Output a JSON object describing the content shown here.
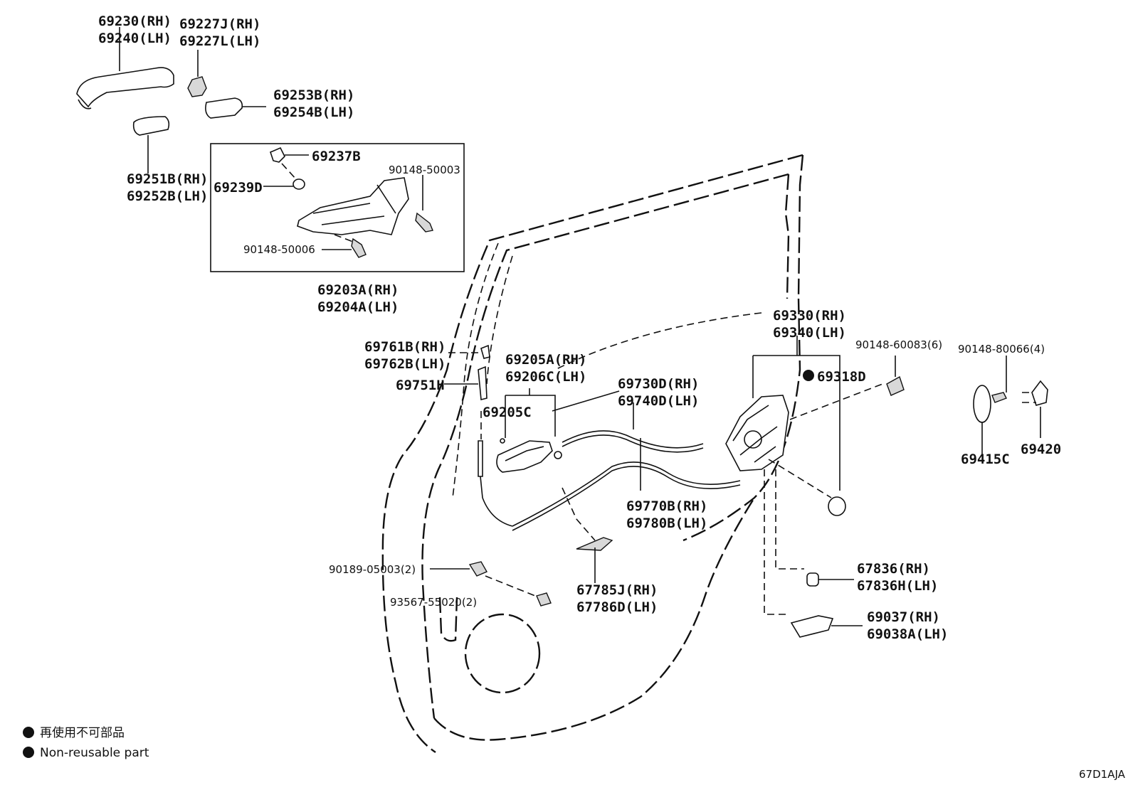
{
  "diagram_code": "67D1AJA",
  "labels": {
    "p69230": "69230(RH)",
    "p69240": "69240(LH)",
    "p69227J": "69227J(RH)",
    "p69227L": "69227L(LH)",
    "p69253B": "69253B(RH)",
    "p69254B": "69254B(LH)",
    "p69251B": "69251B(RH)",
    "p69252B": "69252B(LH)",
    "p69237B": "69237B",
    "p69239D": "69239D",
    "p90148_50003": "90148-50003",
    "p90148_50006": "90148-50006",
    "p69203A": "69203A(RH)",
    "p69204A": "69204A(LH)",
    "p69761B": "69761B(RH)",
    "p69762B": "69762B(LH)",
    "p69751H": "69751H",
    "p69205A": "69205A(RH)",
    "p69206C": "69206C(LH)",
    "p69205C": "69205C",
    "p69730D": "69730D(RH)",
    "p69740D": "69740D(LH)",
    "p69330": "69330(RH)",
    "p69340": "69340(LH)",
    "p69318D": "69318D",
    "p90148_60083": "90148-60083(6)",
    "p90148_80066": "90148-80066(4)",
    "p69415C": "69415C",
    "p69420": "69420",
    "p69770B": "69770B(RH)",
    "p69780B": "69780B(LH)",
    "p90189_05003": "90189-05003(2)",
    "p93567_55020": "93567-55020(2)",
    "p67785J": "67785J(RH)",
    "p67786D": "67786D(LH)",
    "p67836": "67836(RH)",
    "p67836H": "67836H(LH)",
    "p69037": "69037(RH)",
    "p69038A": "69038A(LH)"
  },
  "legend": {
    "japanese": "再使用不可部品",
    "english": "Non-reusable part"
  }
}
